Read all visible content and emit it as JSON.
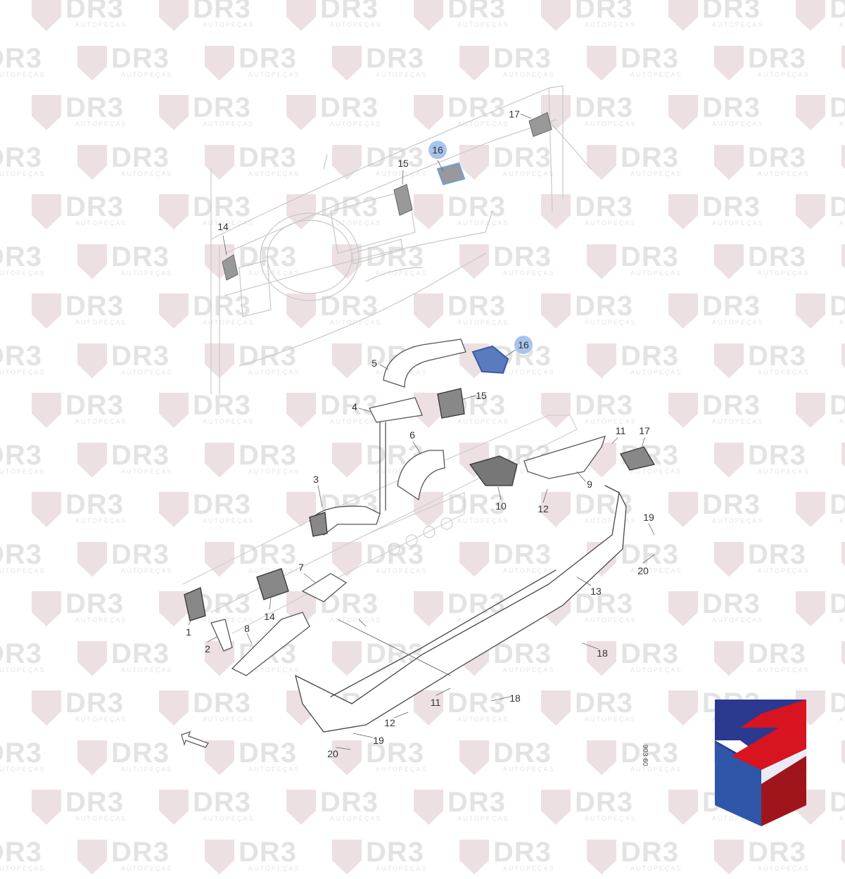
{
  "watermark": {
    "brand": "DR3",
    "subtitle": "AUTOPEÇAS"
  },
  "diagram": {
    "callouts": [
      "17",
      "16",
      "15",
      "14",
      "5",
      "16",
      "4",
      "15",
      "6",
      "11",
      "17",
      "3",
      "9",
      "10",
      "12",
      "19",
      "7",
      "20",
      "13",
      "14",
      "1",
      "8",
      "2",
      "18",
      "18",
      "11",
      "12",
      "19",
      "20"
    ],
    "highlighted_parts": [
      "16"
    ],
    "drawing_code": "903 60"
  },
  "logo": {
    "brand": "DR3",
    "colors": {
      "blue": "#2b3990",
      "red": "#d7141f",
      "dark_red": "#a0151c"
    }
  }
}
